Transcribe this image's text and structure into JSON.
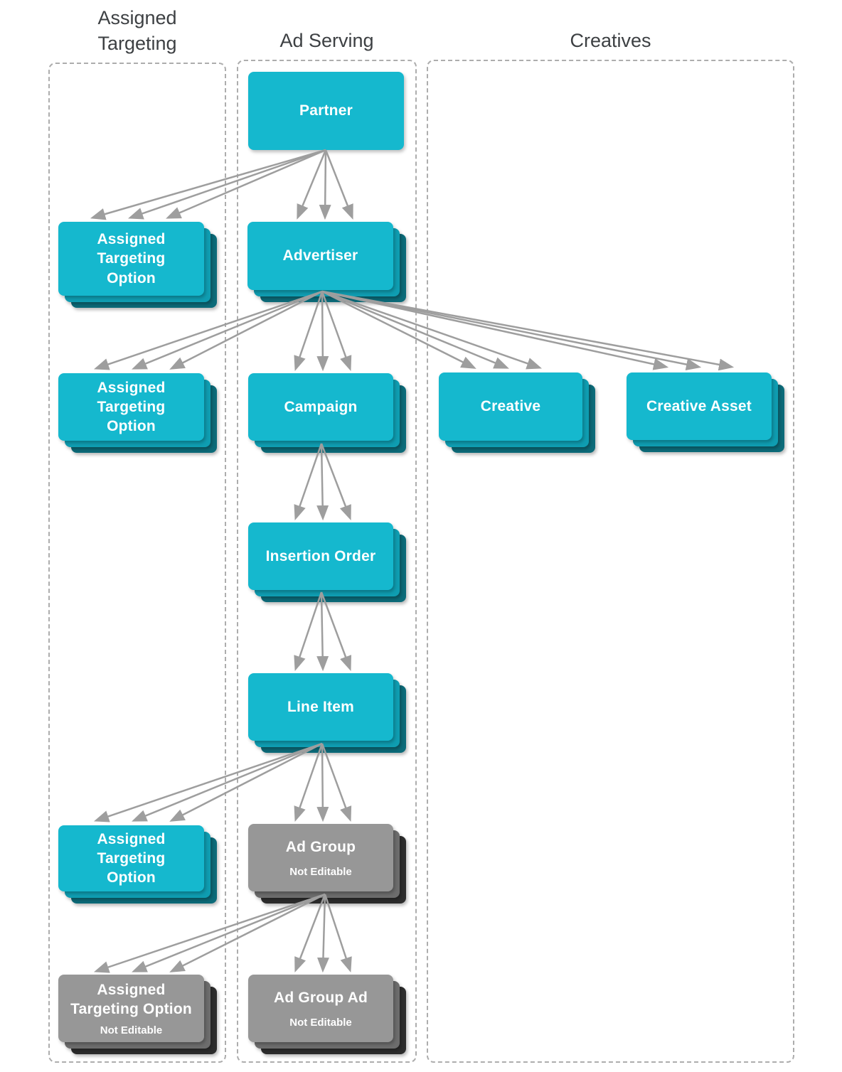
{
  "headers": {
    "assigned_targeting": "Assigned\nTargeting",
    "ad_serving": "Ad Serving",
    "creatives": "Creatives"
  },
  "nodes": {
    "partner": {
      "label": "Partner"
    },
    "ato_partner": {
      "label": "Assigned\nTargeting\nOption"
    },
    "advertiser": {
      "label": "Advertiser"
    },
    "ato_advertiser": {
      "label": "Assigned\nTargeting\nOption"
    },
    "campaign": {
      "label": "Campaign"
    },
    "creative": {
      "label": "Creative"
    },
    "creative_asset": {
      "label": "Creative Asset"
    },
    "insertion_order": {
      "label": "Insertion Order"
    },
    "line_item": {
      "label": "Line Item"
    },
    "ato_line_item": {
      "label": "Assigned\nTargeting\nOption"
    },
    "ad_group": {
      "label": "Ad Group",
      "sublabel": "Not Editable"
    },
    "ato_ad_group": {
      "label": "Assigned\nTargeting Option",
      "sublabel": "Not Editable"
    },
    "ad_group_ad": {
      "label": "Ad Group Ad",
      "sublabel": "Not Editable"
    }
  },
  "edges": [
    {
      "from": "partner",
      "to": "ato_partner"
    },
    {
      "from": "partner",
      "to": "advertiser"
    },
    {
      "from": "advertiser",
      "to": "ato_advertiser"
    },
    {
      "from": "advertiser",
      "to": "campaign"
    },
    {
      "from": "advertiser",
      "to": "creative"
    },
    {
      "from": "advertiser",
      "to": "creative_asset"
    },
    {
      "from": "campaign",
      "to": "insertion_order"
    },
    {
      "from": "insertion_order",
      "to": "line_item"
    },
    {
      "from": "line_item",
      "to": "ato_line_item"
    },
    {
      "from": "line_item",
      "to": "ad_group"
    },
    {
      "from": "ad_group",
      "to": "ato_ad_group"
    },
    {
      "from": "ad_group",
      "to": "ad_group_ad"
    }
  ],
  "colors": {
    "cyan_main": "#15b8ce",
    "cyan_mid": "#0f9db1",
    "cyan_dark": "#0c6b79",
    "gray_main": "#979797",
    "gray_mid": "#6d6d6d",
    "gray_dark": "#2d2d2d",
    "arrow": "#9e9e9e",
    "dash_border": "#adadad",
    "header_text": "#3d4043"
  }
}
